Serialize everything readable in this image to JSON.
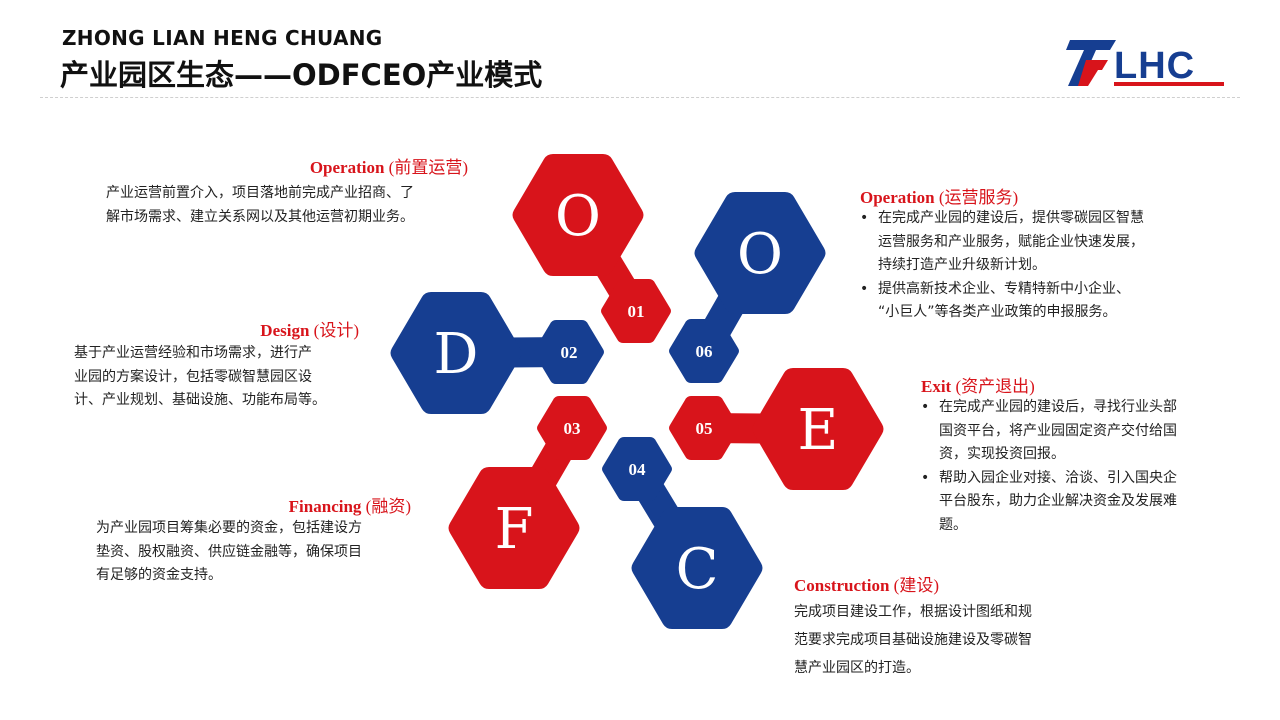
{
  "header": {
    "subtitle": "ZHONG LIAN HENG CHUANG",
    "title": "产业园区生态——ODFCEO产业模式",
    "logo_text": "LHC"
  },
  "colors": {
    "red": "#d8141b",
    "blue": "#163e91"
  },
  "hexagons": [
    {
      "letter": "O",
      "number": "01",
      "color": "red"
    },
    {
      "letter": "D",
      "number": "02",
      "color": "blue"
    },
    {
      "letter": "F",
      "number": "03",
      "color": "red"
    },
    {
      "letter": "C",
      "number": "04",
      "color": "blue"
    },
    {
      "letter": "E",
      "number": "05",
      "color": "red"
    },
    {
      "letter": "O",
      "number": "06",
      "color": "blue"
    }
  ],
  "sections": {
    "operation_pre": {
      "title_en": "Operation",
      "title_cn": "(前置运营)",
      "lines": [
        "产业运营前置介入，项目落地前完成产业招商、了",
        "解市场需求、建立关系网以及其他运营初期业务。"
      ]
    },
    "design": {
      "title_en": "Design",
      "title_cn": "(设计)",
      "lines": [
        "基于产业运营经验和市场需求，进行产",
        "业园的方案设计，包括零碳智慧园区设",
        "计、产业规划、基础设施、功能布局等。"
      ]
    },
    "financing": {
      "title_en": "Financing",
      "title_cn": "(融资)",
      "lines": [
        "为产业园项目筹集必要的资金，包括建设方",
        "垫资、股权融资、供应链金融等，确保项目",
        "有足够的资金支持。"
      ]
    },
    "operation_service": {
      "title_en": "Operation",
      "title_cn": "(运营服务)",
      "bullet": "•",
      "bullets": [
        [
          "在完成产业园的建设后，提供零碳园区智慧",
          "运营服务和产业服务，赋能企业快速发展，",
          "持续打造产业升级新计划。"
        ],
        [
          "提供高新技术企业、专精特新中小企业、",
          "“小巨人”等各类产业政策的申报服务。"
        ]
      ]
    },
    "exit": {
      "title_en": "Exit",
      "title_cn": "(资产退出)",
      "bullet": "•",
      "bullets": [
        [
          "在完成产业园的建设后，寻找行业头部",
          "国资平台，将产业园固定资产交付给国",
          "资，实现投资回报。"
        ],
        [
          "帮助入园企业对接、洽谈、引入国央企",
          "平台股东，助力企业解决资金及发展难",
          "题。"
        ]
      ]
    },
    "construction": {
      "title_en": "Construction",
      "title_cn": "(建设)",
      "lines": [
        "完成项目建设工作，根据设计图纸和规",
        "范要求完成项目基础设施建设及零碳智",
        "慧产业园区的打造。"
      ]
    }
  }
}
